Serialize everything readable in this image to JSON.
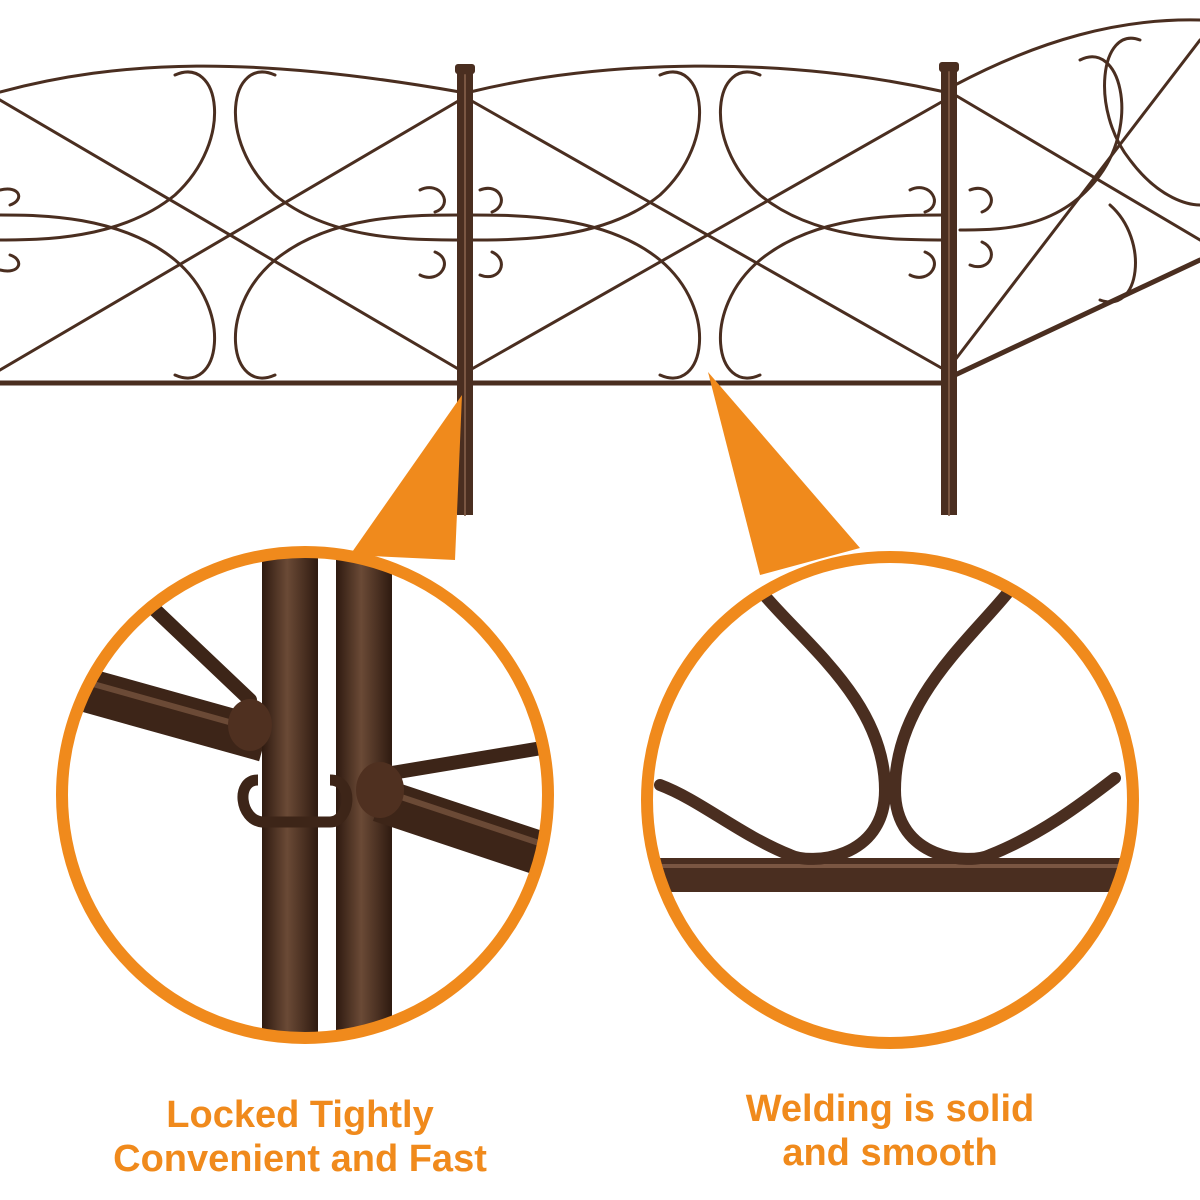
{
  "image": {
    "subject": "garden fence",
    "colors": {
      "metal": "#4a2e20",
      "metal_highlight": "#6b4a36",
      "accent_orange": "#f08a1c",
      "background": "#ffffff"
    }
  },
  "callouts": [
    {
      "lines": [
        "Locked Tightly",
        "Convenient and Fast"
      ]
    },
    {
      "lines": [
        "Welding is solid",
        "and smooth"
      ]
    }
  ]
}
